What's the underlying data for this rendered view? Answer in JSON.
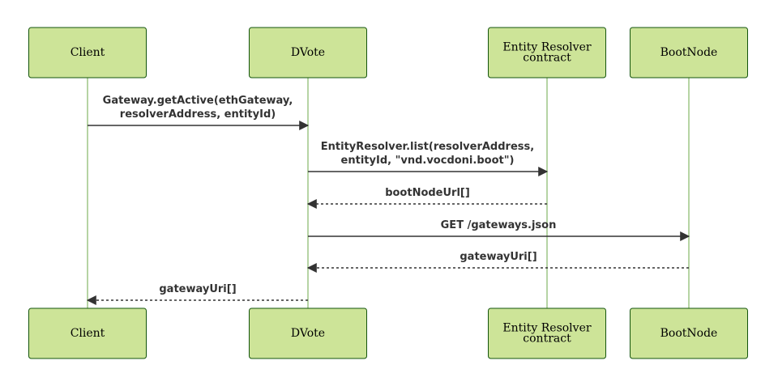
{
  "participants": [
    {
      "id": "client",
      "label_lines": [
        "Client"
      ]
    },
    {
      "id": "dvote",
      "label_lines": [
        "DVote"
      ]
    },
    {
      "id": "resolver",
      "label_lines": [
        "Entity Resolver",
        "contract"
      ]
    },
    {
      "id": "bootnode",
      "label_lines": [
        "BootNode"
      ]
    }
  ],
  "messages": [
    {
      "from": "client",
      "to": "dvote",
      "style": "solid",
      "label_lines": [
        "Gateway.getActive(ethGateway,",
        "resolverAddress, entityId)"
      ]
    },
    {
      "from": "dvote",
      "to": "resolver",
      "style": "solid",
      "label_lines": [
        "EntityResolver.list(resolverAddress,",
        "entityId, \"vnd.vocdoni.boot\")"
      ]
    },
    {
      "from": "resolver",
      "to": "dvote",
      "style": "dashed",
      "label_lines": [
        "bootNodeUrl[]"
      ]
    },
    {
      "from": "dvote",
      "to": "bootnode",
      "style": "solid",
      "label_lines": [
        "GET /gateways.json"
      ]
    },
    {
      "from": "bootnode",
      "to": "dvote",
      "style": "dashed",
      "label_lines": [
        "gatewayUri[]"
      ]
    },
    {
      "from": "dvote",
      "to": "client",
      "style": "dashed",
      "label_lines": [
        "gatewayUri[]"
      ]
    }
  ],
  "colors": {
    "actor_fill": "#cde498",
    "actor_stroke": "#13540c",
    "lifeline": "#6eaa49",
    "message": "#333333"
  }
}
